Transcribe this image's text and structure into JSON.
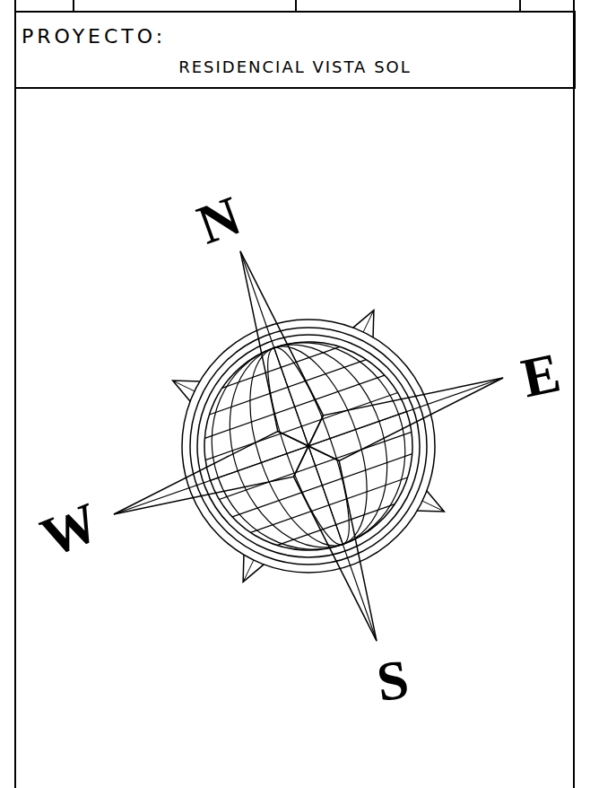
{
  "diagram": {
    "nodes": [
      {
        "text": [
          "PROYECTO:",
          "RESIDENCIAL VISTA SOL"
        ]
      }
    ],
    "labels": [
      "N",
      "E",
      "W",
      "S"
    ]
  }
}
